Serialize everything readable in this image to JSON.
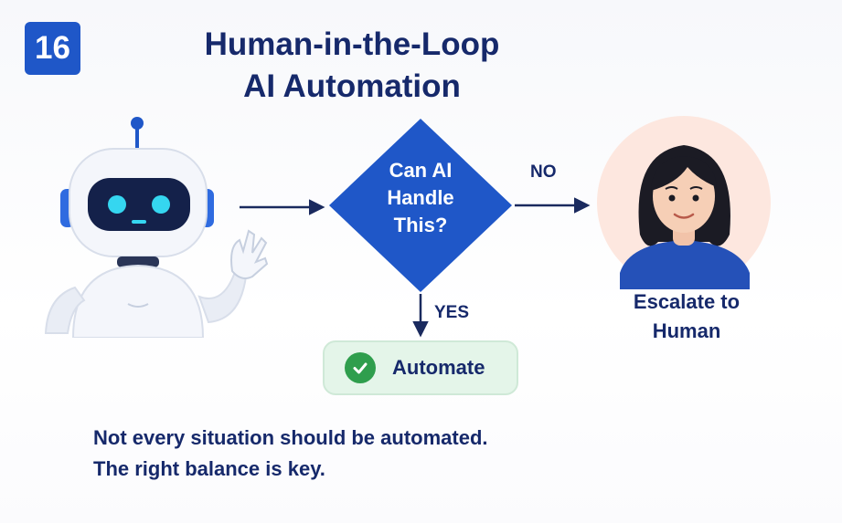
{
  "badge": {
    "number": "16"
  },
  "title": {
    "line1": "Human-in-the-Loop",
    "line2": "AI Automation"
  },
  "decision": {
    "line1": "Can AI",
    "line2": "Handle",
    "line3": "This?"
  },
  "branches": {
    "no_label": "NO",
    "yes_label": "YES"
  },
  "automate": {
    "label": "Automate"
  },
  "escalate": {
    "line1": "Escalate to",
    "line2": "Human"
  },
  "footer": {
    "line1": "Not every situation should be automated.",
    "line2": "The right balance is key."
  },
  "colors": {
    "primary_blue": "#1f57c8",
    "navy_text": "#16296b",
    "success_green": "#2f9e4d",
    "success_bg": "#e4f5e9",
    "robot_eyes": "#35d6f0",
    "human_bg": "#fde7df"
  },
  "icons": [
    "robot-icon",
    "check-icon",
    "person-icon"
  ]
}
